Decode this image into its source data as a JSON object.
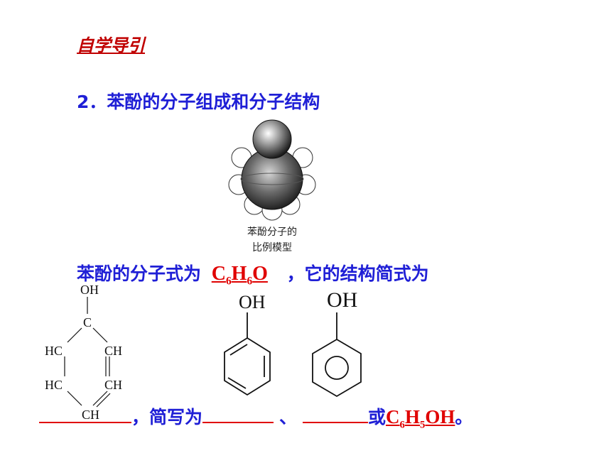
{
  "heading": "自学导引",
  "section_title": "2．苯酚的分子组成和分子结构",
  "model_caption": [
    "苯酚分子的",
    "比例模型"
  ],
  "line1": {
    "prefix": "苯酚的分子式为",
    "formula": {
      "a": "C",
      "a_sub": "6",
      "b": "H",
      "b_sub": "6",
      "c": "O"
    },
    "suffix": "，它的结构简式为"
  },
  "structure_labels": {
    "oh_top": "OH",
    "c_top": "C",
    "hc_left1": "HC",
    "ch_right1": "CH",
    "hc_left2": "HC",
    "ch_right2": "CH",
    "ch_bottom": "CH",
    "oh_ring1": "OH",
    "oh_ring2": "OH"
  },
  "line2": {
    "simplified": "，简写为",
    "separator": "、",
    "or": "或",
    "formula": {
      "a": "C",
      "a_sub": "6",
      "b": "H",
      "b_sub": "5",
      "c": "OH"
    },
    "end": "。"
  },
  "colors": {
    "heading": "#c00000",
    "body_text": "#1f1fd6",
    "answer": "#e00000"
  }
}
